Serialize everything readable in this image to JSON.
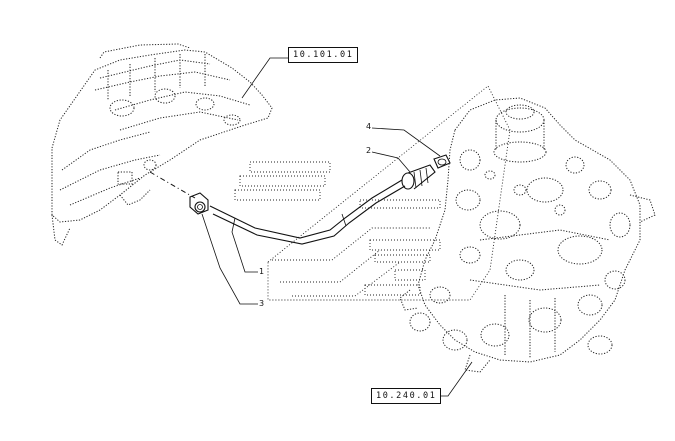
{
  "references": {
    "group_ref_top": "10.101.01",
    "group_ref_bottom": "10.240.01"
  },
  "callouts": {
    "c1": "1",
    "c2": "2",
    "c3": "3",
    "c4": "4"
  }
}
